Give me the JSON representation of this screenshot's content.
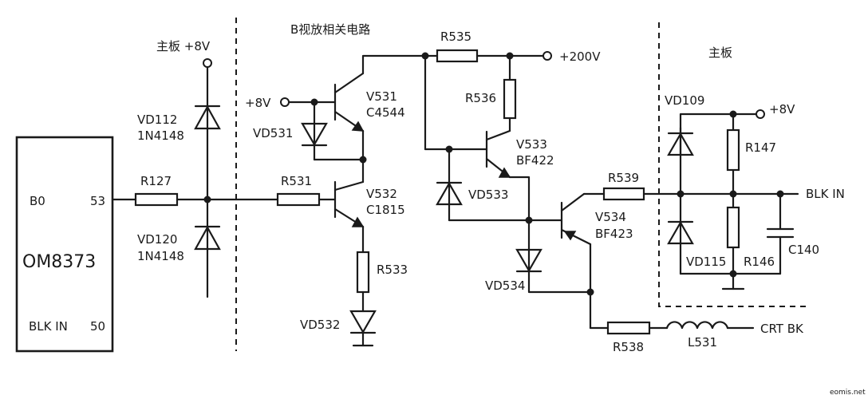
{
  "titles": {
    "mainboard_left": "主板 +8V",
    "video_amp": "B视放相关电路",
    "mainboard_right": "主板"
  },
  "ic": {
    "name": "OM8373",
    "pin_b0": "B0",
    "pin_b0_num": "53",
    "pin_blk": "BLK IN",
    "pin_blk_num": "50"
  },
  "components": {
    "vd112": "VD112",
    "vd112_type": "1N4148",
    "vd120": "VD120",
    "vd120_type": "1N4148",
    "r127": "R127",
    "r531": "R531",
    "vd531": "VD531",
    "v531": "V531",
    "v531_type": "C4544",
    "v532": "V532",
    "v532_type": "C1815",
    "r533": "R533",
    "vd532": "VD532",
    "r535": "R535",
    "r536": "R536",
    "v533": "V533",
    "v533_type": "BF422",
    "vd533": "VD533",
    "vd534": "VD534",
    "r539": "R539",
    "v534": "V534",
    "v534_type": "BF423",
    "r538": "R538",
    "l531": "L531",
    "vd109": "VD109",
    "r147": "R147",
    "vd115": "VD115",
    "r146": "R146",
    "c140": "C140"
  },
  "nets": {
    "plus8v_left": "+8V",
    "plus200v": "+200V",
    "plus8v_right": "+8V",
    "blk_in": "BLK IN",
    "crt_bk": "CRT BK"
  },
  "watermark": "eomis.net"
}
